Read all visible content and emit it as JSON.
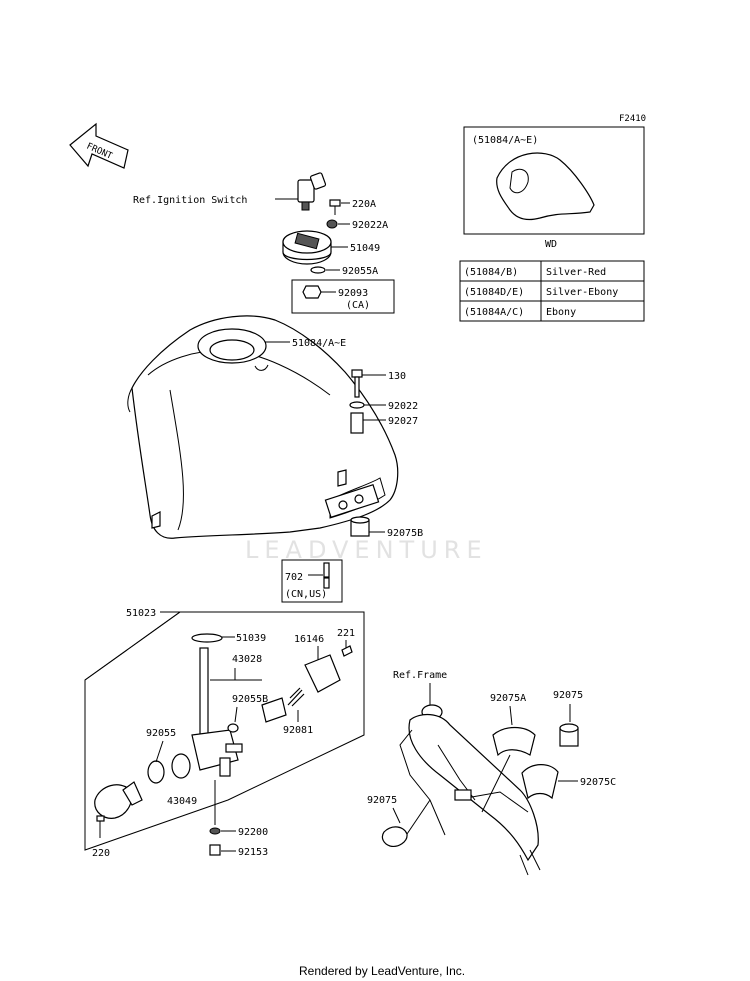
{
  "figure_code": "F2410",
  "front_label": "FRONT",
  "ref_ignition": "Ref.Ignition Switch",
  "ref_frame": "Ref.Frame",
  "watermark": "LEADVENTURE",
  "footer": "Rendered by LeadVenture, Inc.",
  "inset": {
    "label": "(51084/A~E)",
    "caption": "WD"
  },
  "color_table": [
    {
      "code": "(51084/B)",
      "color": "Silver-Red"
    },
    {
      "code": "(51084D/E)",
      "color": "Silver-Ebony"
    },
    {
      "code": "(51084A/C)",
      "color": "Ebony"
    }
  ],
  "callouts": {
    "p220A": "220A",
    "p92022A": "92022A",
    "p51049": "51049",
    "p92055A": "92055A",
    "p92093": "92093",
    "p92093_note": "(CA)",
    "p51084": "51084/A~E",
    "p130": "130",
    "p92022": "92022",
    "p92027": "92027",
    "p92075B": "92075B",
    "p702": "702",
    "p702_note": "(CN,US)",
    "p51023": "51023",
    "p51039": "51039",
    "p16146": "16146",
    "p221": "221",
    "p43028": "43028",
    "p92055B": "92055B",
    "p92081": "92081",
    "p92055": "92055",
    "p43049": "43049",
    "p220": "220",
    "p92200": "92200",
    "p92153": "92153",
    "p92075A": "92075A",
    "p92075_right": "92075",
    "p92075C": "92075C",
    "p92075_left": "92075"
  }
}
